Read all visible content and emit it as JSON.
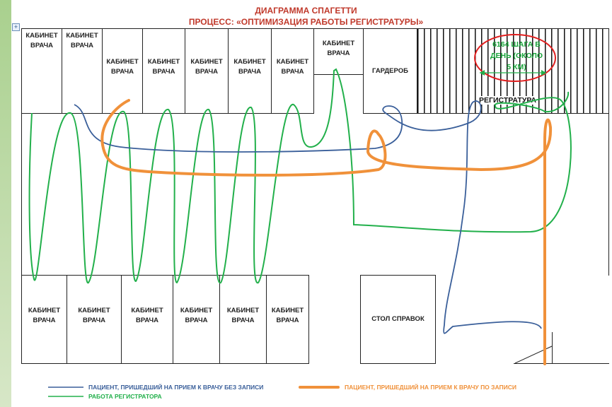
{
  "title_line1": "ДИАГРАММА СПАГЕТТИ",
  "title_line2": "ПРОЦЕСС: «ОПТИМИЗАЦИЯ РАБОТЫ РЕГИСТРАТУРЫ»",
  "expand_symbol": "+",
  "room_label_line1": "КАБИНЕТ",
  "room_label_line2": "ВРАЧА",
  "wardrobe": "ГАРДЕРОБ",
  "registry": "РЕГИСТРАТУРА",
  "info_desk": "СТОЛ СПРАВОК",
  "steps": {
    "line1": "6164 ШАГА В",
    "line2": "ДЕНЬ (ОКОЛО",
    "line3": "5 КМ)"
  },
  "legend": {
    "walkin": "ПАЦИЕНТ, ПРИШЕДШИЙ НА ПРИЕМ К ВРАЧУ БЕЗ ЗАПИСИ",
    "scheduled": "ПАЦИЕНТ, ПРИШЕДШИЙ НА ПРИЕМ К ВРАЧУ ПО ЗАПИСИ",
    "registry_work": "РАБОТА РЕГИСТРАТОРА"
  },
  "colors": {
    "title": "#c0392b",
    "walkin": "#3a5f9a",
    "scheduled": "#f0913a",
    "registry_work": "#22b04b",
    "highlight_ellipse": "#e02020"
  }
}
